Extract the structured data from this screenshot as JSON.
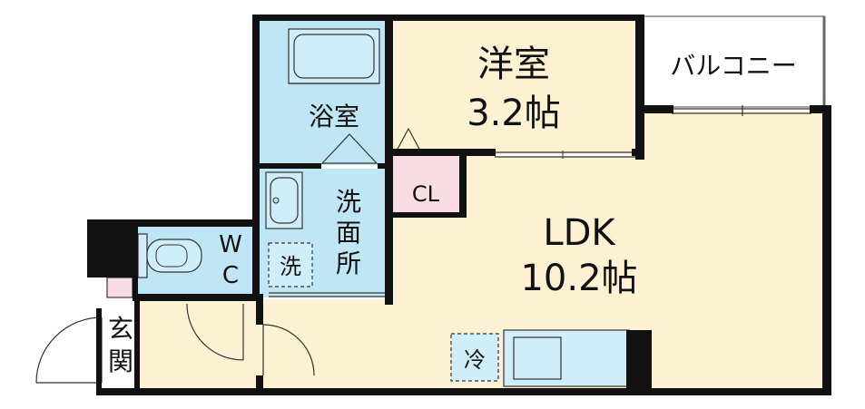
{
  "floor_plan": {
    "rooms": {
      "western_room": {
        "name": "洋室",
        "size": "3.2帖"
      },
      "ldk": {
        "name": "LDK",
        "size": "10.2帖"
      },
      "bathroom": {
        "name": "浴室"
      },
      "washroom": {
        "name_line1": "洗",
        "name_line2": "面",
        "name_line3": "所"
      },
      "wc": {
        "line1": "W",
        "line2": "C"
      },
      "entrance": {
        "line1": "玄",
        "line2": "関"
      },
      "closet": {
        "name": "CL"
      },
      "balcony": {
        "name": "バルコニー"
      }
    },
    "fixtures": {
      "washing_machine": "洗",
      "refrigerator": "冷"
    },
    "colors": {
      "wet_area": "#bfe6f5",
      "living_area": "#fdf1d3",
      "closet": "#f9dde4",
      "wall": "#111111",
      "balcony": "#ffffff"
    }
  }
}
